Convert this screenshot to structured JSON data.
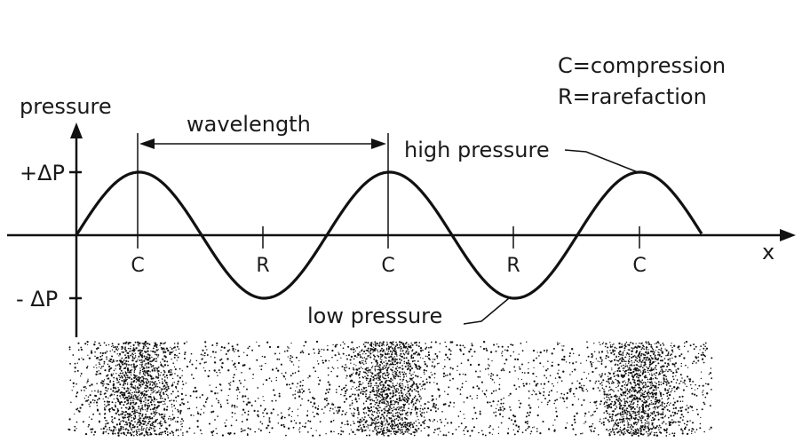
{
  "diagram": {
    "axis_y_label": "pressure",
    "axis_x_label": "x",
    "plus_amplitude_label": "+ΔP",
    "minus_amplitude_label": "- ΔP",
    "wavelength_label": "wavelength",
    "high_pressure_label": "high pressure",
    "low_pressure_label": "low pressure",
    "legend": [
      "C=compression",
      "R=rarefaction"
    ],
    "position_markers": [
      "C",
      "R",
      "C",
      "R",
      "C"
    ],
    "particle_band": {
      "description": "density of air particles",
      "dense_regions": 3
    }
  }
}
